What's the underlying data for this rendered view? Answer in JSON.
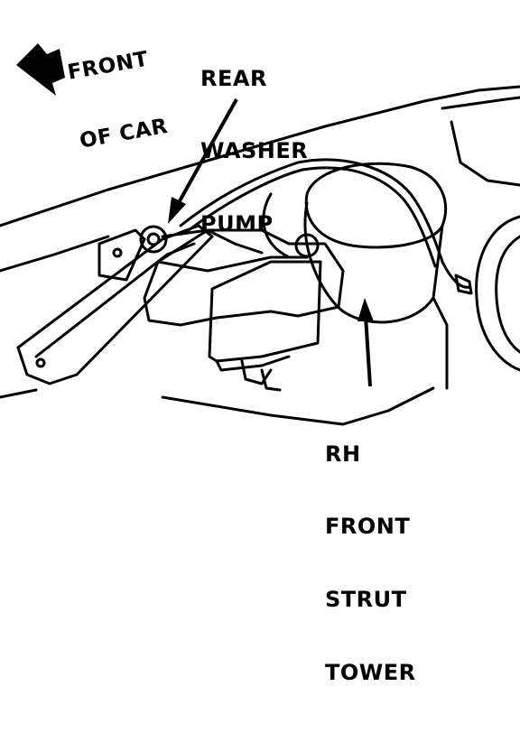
{
  "labels": {
    "front": [
      "FRONT",
      "OF CAR"
    ],
    "pump": [
      "REAR",
      "WASHER",
      "PUMP"
    ],
    "tower": [
      "RH",
      "FRONT",
      "STRUT",
      "TOWER"
    ]
  },
  "colors": {
    "ink": "#000000",
    "paper": "#ffffff"
  }
}
